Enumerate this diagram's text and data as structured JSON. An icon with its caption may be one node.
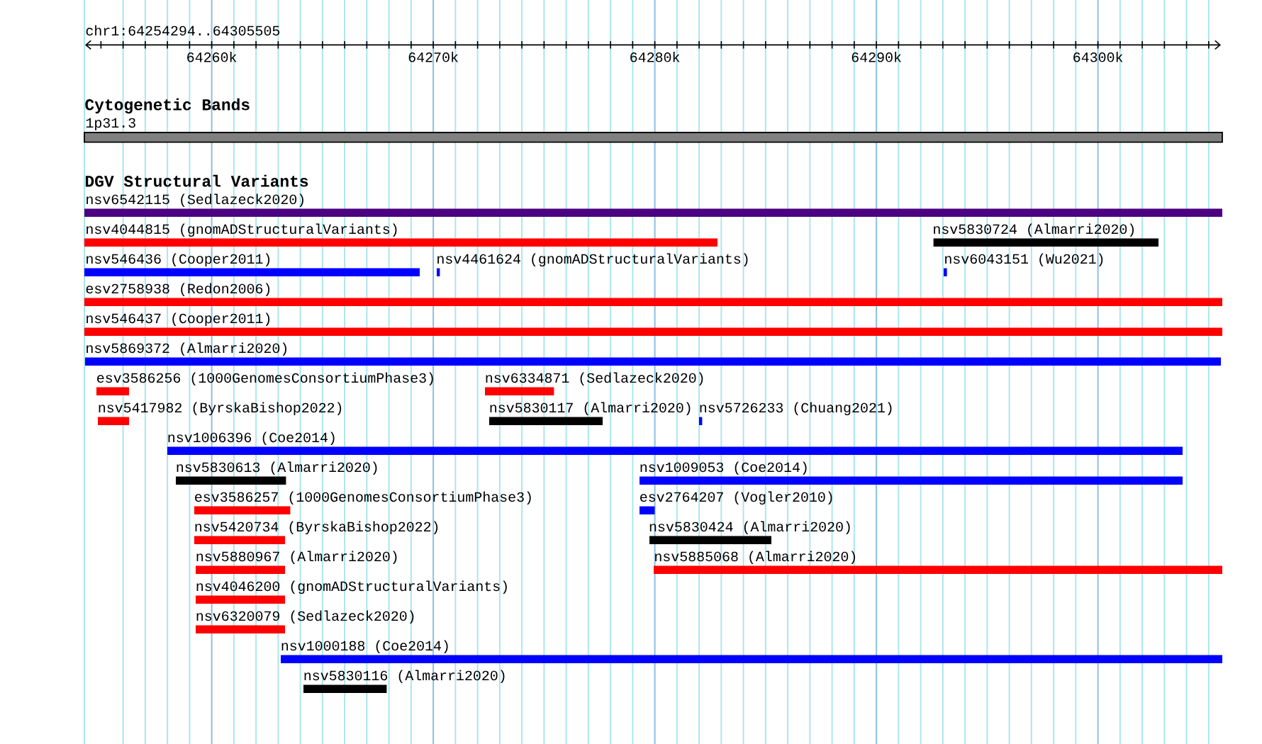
{
  "diagram": {
    "nodes": [
      {
        "text": [
          "1p31.3"
        ]
      },
      {
        "text": [
          "nsv6542115 (Sedlazeck2020)"
        ]
      },
      {
        "text": [
          "nsv4044815 (gnomADStructuralVariants)"
        ]
      },
      {
        "text": [
          "nsv5830724 (Almarri2020)"
        ]
      },
      {
        "text": [
          "nsv546436 (Cooper2011)"
        ]
      },
      {
        "text": [
          "nsv4461624 (gnomADStructuralVariants)"
        ]
      },
      {
        "text": [
          "nsv6043151 (Wu2021)"
        ]
      },
      {
        "text": [
          "esv2758938 (Redon2006)"
        ]
      },
      {
        "text": [
          "nsv546437 (Cooper2011)"
        ]
      },
      {
        "text": [
          "nsv5869372 (Almarri2020)"
        ]
      },
      {
        "text": [
          "esv3586256 (1000GenomesConsortiumPhase3)"
        ]
      },
      {
        "text": [
          "nsv6334871 (Sedlazeck2020)"
        ]
      },
      {
        "text": [
          "nsv5417982 (ByrskaBishop2022)"
        ]
      },
      {
        "text": [
          "nsv5830117 (Almarri2020)"
        ]
      },
      {
        "text": [
          "nsv5726233 (Chuang2021)"
        ]
      },
      {
        "text": [
          "nsv1006396 (Coe2014)"
        ]
      },
      {
        "text": [
          "nsv5830613 (Almarri2020)"
        ]
      },
      {
        "text": [
          "nsv1009053 (Coe2014)"
        ]
      },
      {
        "text": [
          "esv3586257 (1000GenomesConsortiumPhase3)"
        ]
      },
      {
        "text": [
          "esv2764207 (Vogler2010)"
        ]
      },
      {
        "text": [
          "nsv5420734 (ByrskaBishop2022)"
        ]
      },
      {
        "text": [
          "nsv5830424 (Almarri2020)"
        ]
      },
      {
        "text": [
          "nsv5880967 (Almarri2020)"
        ]
      },
      {
        "text": [
          "nsv5885068 (Almarri2020)"
        ]
      },
      {
        "text": [
          "nsv4046200 (gnomADStructuralVariants)"
        ]
      },
      {
        "text": [
          "nsv6320079 (Sedlazeck2020)"
        ]
      },
      {
        "text": [
          "nsv1000188 (Coe2014)"
        ]
      },
      {
        "text": [
          "nsv5830116 (Almarri2020)"
        ]
      }
    ],
    "labels": [
      "chr1:64254294..64305505",
      "64260k",
      "64270k",
      "64280k",
      "64290k",
      "64300k",
      "Cytogenetic Bands",
      "DGV Structural Variants"
    ]
  }
}
